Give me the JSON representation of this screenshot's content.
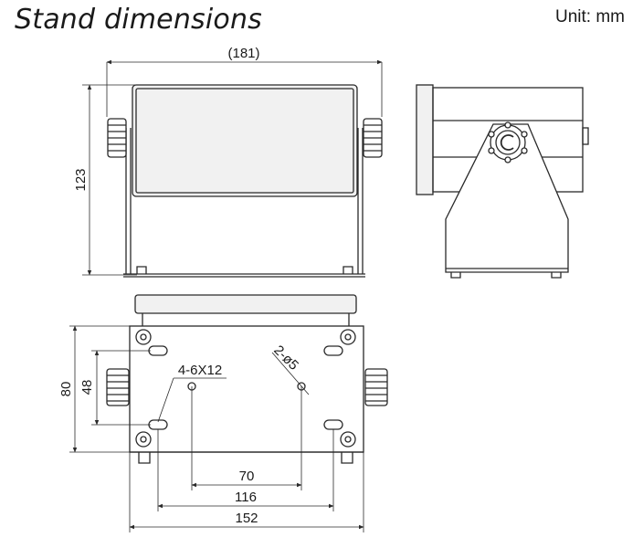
{
  "title": "Stand dimensions",
  "unit_label": "Unit: mm",
  "dimensions": {
    "front_width": "(181)",
    "front_height": "123",
    "bottom_depth": "80",
    "slot_spacing_vertical": "48",
    "hole_spec": "4-6X12",
    "mount_hole_spec": "2-ø5",
    "hole_spacing": "70",
    "slot_spacing": "116",
    "bottom_width": "152"
  },
  "colors": {
    "line": "#2a2a2a",
    "panel": "#e9e9e9",
    "background": "#ffffff"
  }
}
